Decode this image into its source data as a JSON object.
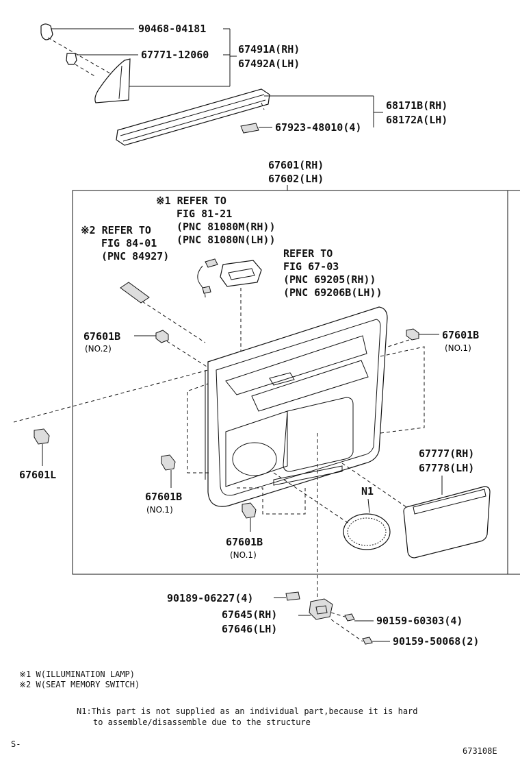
{
  "parts": {
    "p90468": "90468-04181",
    "p67771": "67771-12060",
    "p67491": "67491A(RH)",
    "p67492": "67492A(LH)",
    "p68171": "68171B(RH)",
    "p68172": "68172A(LH)",
    "p67923": "67923-48010(4)",
    "p67601": "67601(RH)",
    "p67602": "67602(LH)",
    "p67601b_no2": "67601B",
    "no2": "(NO.2)",
    "p67601b_r": "67601B",
    "no1_r": "(NO.1)",
    "p67601l": "67601L",
    "p67601b_l": "67601B",
    "no1_l": "(NO.1)",
    "p67601b_b": "67601B",
    "no1_b": "(NO.1)",
    "p67777": "67777(RH)",
    "p67778": "67778(LH)",
    "n1": "N1",
    "p90189": "90189-06227(4)",
    "p67645": "67645(RH)",
    "p67646": "67646(LH)",
    "p90159a": "90159-60303(4)",
    "p90159b": "90159-50068(2)"
  },
  "refs": {
    "r1_l1": "※1 REFER TO",
    "r1_l2": "FIG 81-21",
    "r1_l3": "(PNC 81080M(RH))",
    "r1_l4": "(PNC 81080N(LH))",
    "r2_l1": "※2 REFER TO",
    "r2_l2": "FIG 84-01",
    "r2_l3": "(PNC 84927)",
    "r3_l1": "REFER TO",
    "r3_l2": "FIG 67-03",
    "r3_l3": "(PNC 69205(RH))",
    "r3_l4": "(PNC 69206B(LH))"
  },
  "notes": {
    "n_1": "※1 W(ILLUMINATION LAMP)",
    "n_2": "※2 W(SEAT MEMORY SWITCH)",
    "n_3a": "N1:This part is not supplied as an individual part,because it is hard",
    "n_3b": "to assemble/disassemble due to the structure",
    "corner_left": "S-",
    "fig_code": "673108E"
  }
}
